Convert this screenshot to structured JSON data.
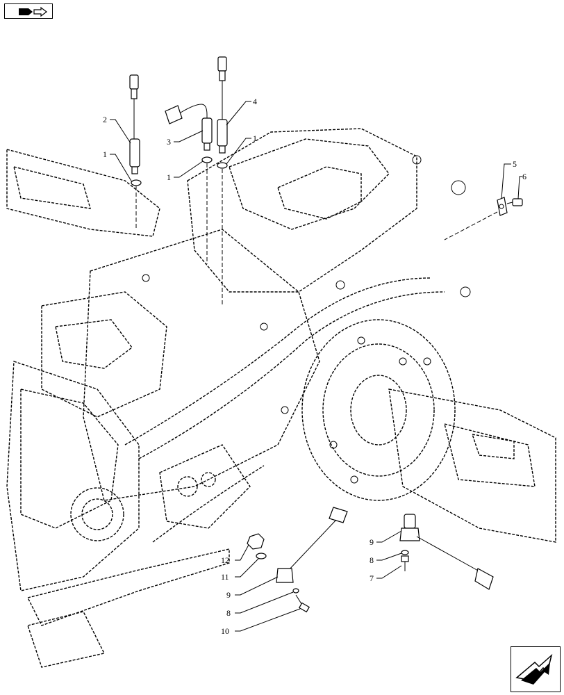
{
  "toolbar": {
    "icon": "book-arrow-icon"
  },
  "navigation": {
    "icon": "next-page-arrow-icon"
  },
  "diagram": {
    "callouts": {
      "c1a": "1",
      "c1b": "1",
      "c1c": "1",
      "c2": "2",
      "c3": "3",
      "c4": "4",
      "c5": "5",
      "c6": "6",
      "c7": "7",
      "c8a": "8",
      "c8b": "8",
      "c9a": "9",
      "c9b": "9",
      "c10": "10",
      "c11": "11",
      "c12": "12"
    }
  }
}
